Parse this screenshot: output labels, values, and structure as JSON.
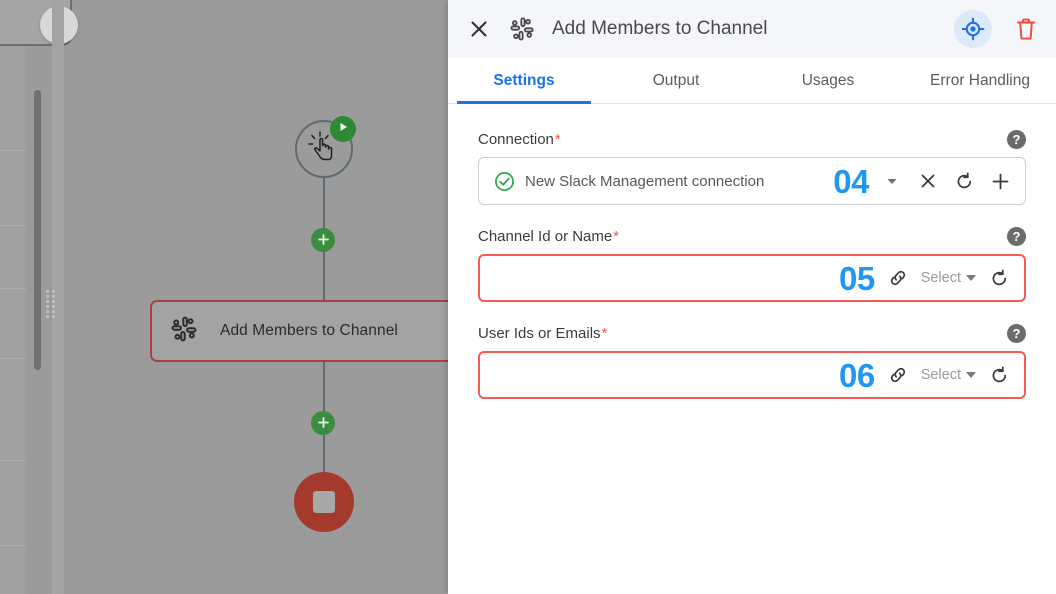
{
  "canvas": {
    "back_button_icon": "chevron-left-icon",
    "nodes": {
      "start_label": "",
      "start_icon": "click-hand-icon",
      "start_badge_icon": "play-icon",
      "action_label": "Add Members to Channel",
      "action_icon": "slack-icon",
      "end_icon": "stop-square-icon",
      "add_icon": "plus-icon"
    },
    "colors": {
      "overlay": "#9b9b9b",
      "node_error_border": "#a5433f",
      "add_button": "#3a8c3f",
      "play_badge": "#2d8a34",
      "end_node": "#a33a2c",
      "back_chevron": "#1a4fb4"
    }
  },
  "panel": {
    "header": {
      "close_icon": "close-icon",
      "app_icon": "slack-icon",
      "title": "Add Members to Channel",
      "target_icon": "crosshair-target-icon",
      "delete_icon": "trash-icon"
    },
    "tabs": [
      {
        "label": "Settings",
        "active": true
      },
      {
        "label": "Output",
        "active": false
      },
      {
        "label": "Usages",
        "active": false
      },
      {
        "label": "Error Handling",
        "active": false
      }
    ],
    "fields": [
      {
        "label": "Connection",
        "required": true,
        "help_icon": "help-icon",
        "status_icon": "check-circle-icon",
        "value": "New Slack Management connection",
        "overlay_number": "04",
        "error": false,
        "actions": [
          "chevron-down-icon",
          "clear-icon",
          "refresh-icon",
          "add-icon"
        ]
      },
      {
        "label": "Channel Id or Name",
        "required": true,
        "help_icon": "help-icon",
        "value": "",
        "overlay_number": "05",
        "error": true,
        "link_icon": "link-icon",
        "select_label": "Select",
        "actions": [
          "link-icon",
          "select-dropdown",
          "refresh-icon"
        ]
      },
      {
        "label": "User Ids or Emails",
        "required": true,
        "help_icon": "help-icon",
        "value": "",
        "overlay_number": "06",
        "error": true,
        "link_icon": "link-icon",
        "select_label": "Select",
        "actions": [
          "link-icon",
          "select-dropdown",
          "refresh-icon"
        ]
      }
    ],
    "colors": {
      "header_bg": "#f4f6fa",
      "accent": "#1a73e8",
      "error": "#f25c54",
      "required_star": "#f05a4f",
      "overlay_number": "#2196f3",
      "success": "#26a745"
    }
  }
}
